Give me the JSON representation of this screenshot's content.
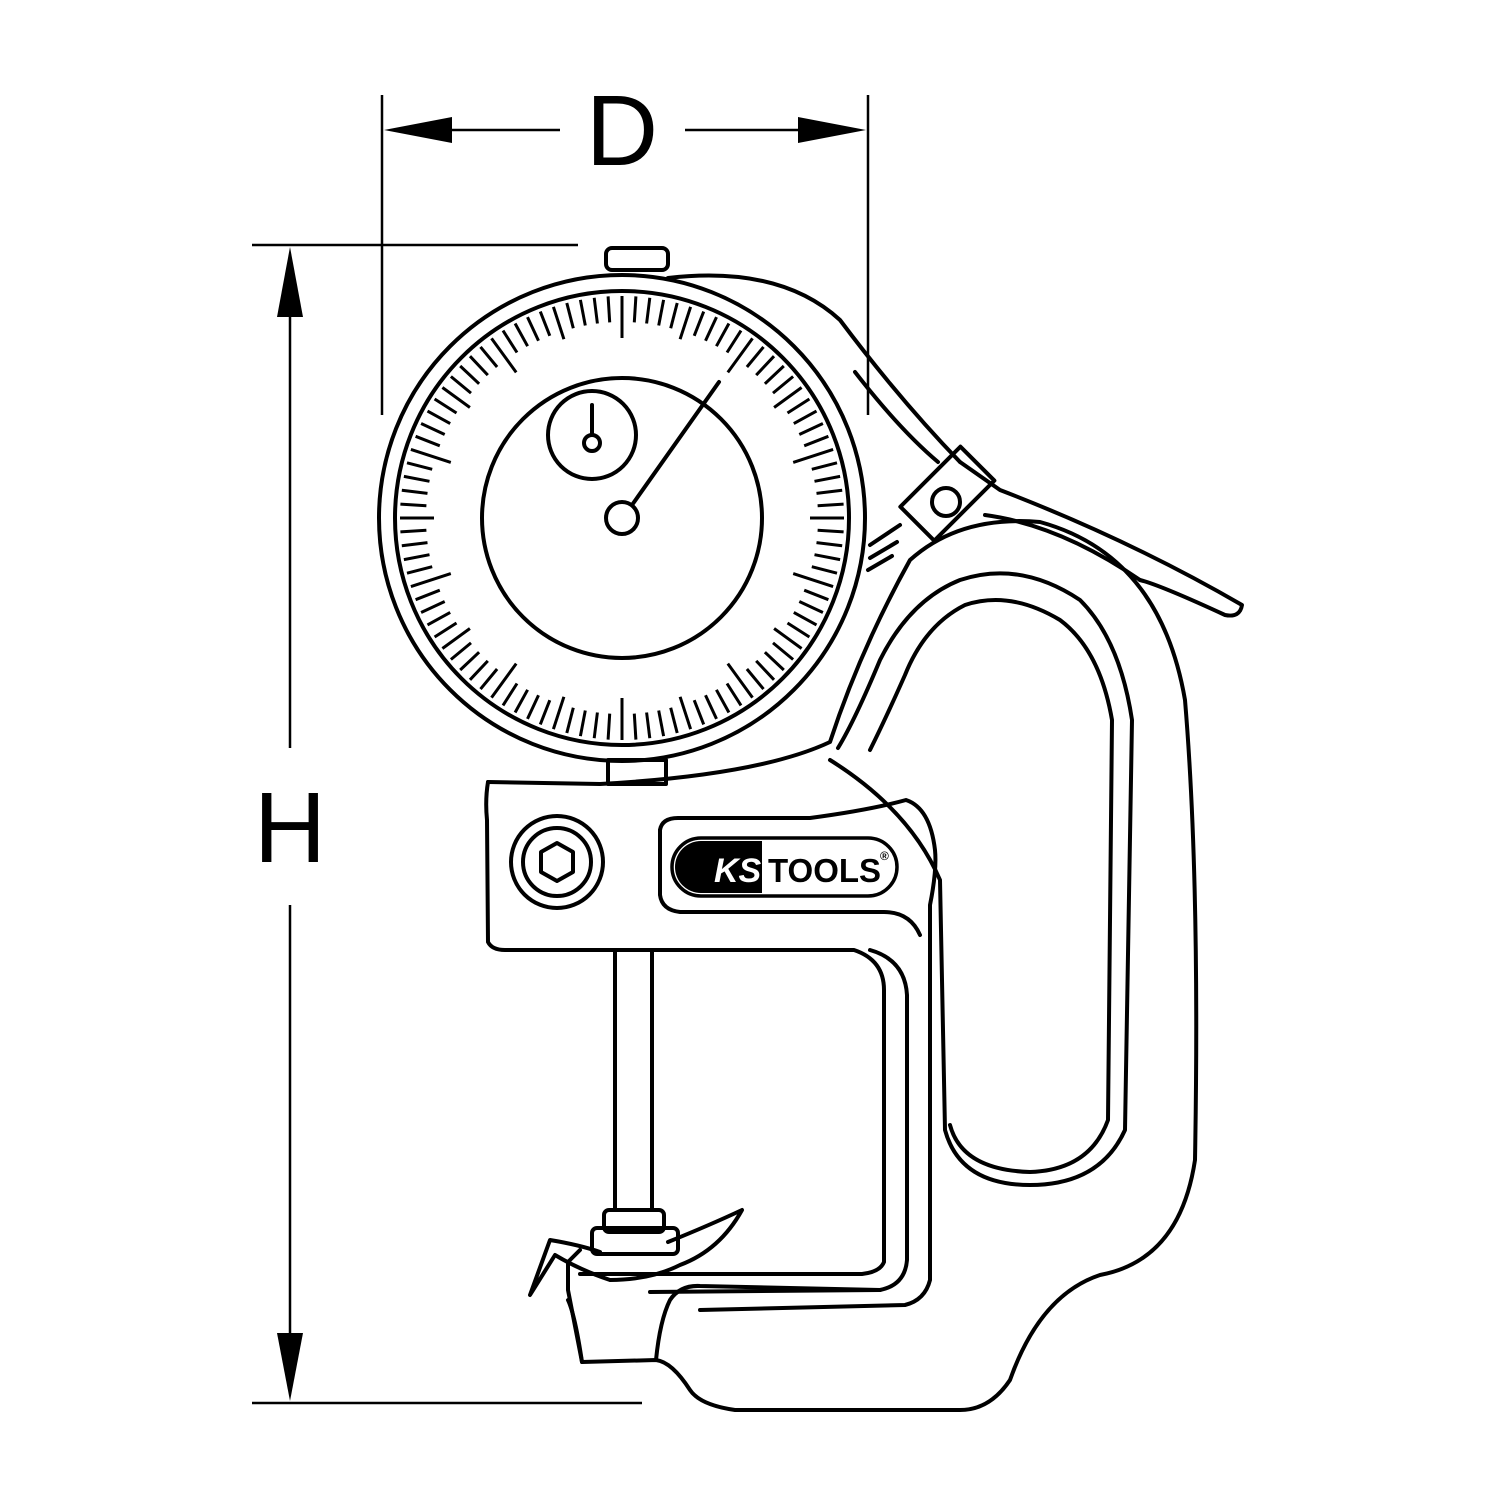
{
  "drawing": {
    "dimension_d": "D",
    "dimension_h": "H",
    "logo_prefix": "KS",
    "logo_suffix": "TOOLS",
    "logo_mark": "®"
  },
  "colors": {
    "line": "#000000",
    "background": "#ffffff"
  }
}
